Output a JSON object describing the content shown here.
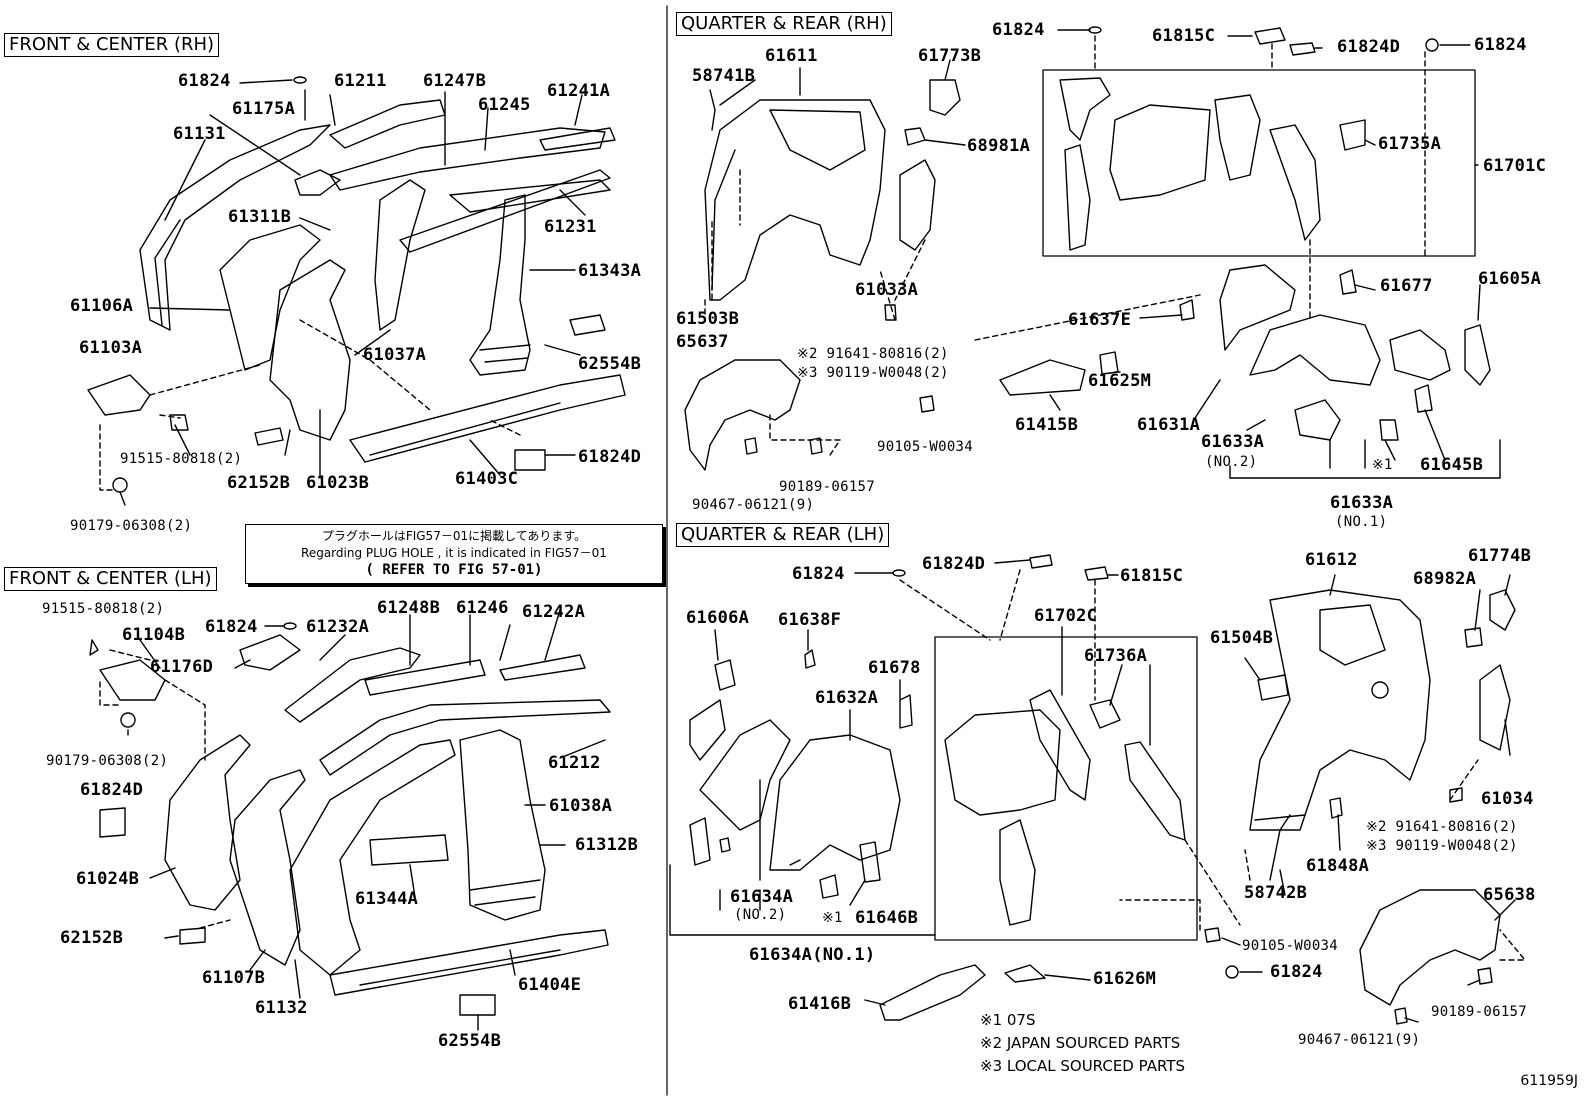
{
  "sections": {
    "front_center_rh": "FRONT & CENTER (RH)",
    "front_center_lh": "FRONT & CENTER (LH)",
    "quarter_rear_rh": "QUARTER & REAR (RH)",
    "quarter_rear_lh": "QUARTER & REAR (LH)"
  },
  "note": {
    "jp": "プラグホールはFIG57－01に掲載してあります。",
    "en": "Regarding PLUG HOLE , it is indicated in FIG57－01",
    "ref": "( REFER TO FIG 57-01)"
  },
  "legend": [
    "※1 07S",
    "※2 JAPAN SOURCED PARTS",
    "※3 LOCAL SOURCED PARTS"
  ],
  "figure_code": "611959J",
  "parts_frh": [
    "61824",
    "61211",
    "61247B",
    "61245",
    "61241A",
    "61175A",
    "61131",
    "61311B",
    "61231",
    "61343A",
    "61106A",
    "61103A",
    "61037A",
    "62554B",
    "91515-80818(2)",
    "62152B",
    "61023B",
    "61403C",
    "61824D",
    "90179-06308(2)"
  ],
  "parts_flh": [
    "91515-80818(2)",
    "61104B",
    "61824",
    "61232A",
    "61248B",
    "61246",
    "61242A",
    "61176D",
    "90179-06308(2)",
    "61212",
    "61824D",
    "61038A",
    "61312B",
    "61024B",
    "61344A",
    "62152B",
    "61107B",
    "61132",
    "61404E",
    "62554B"
  ],
  "parts_rrh": [
    "61824",
    "61815C",
    "61824D",
    "61824",
    "58741B",
    "61611",
    "61773B",
    "68981A",
    "61735A",
    "61701C",
    "61033A",
    "61677",
    "61605A",
    "61503B",
    "61637E",
    "65637",
    "※2 91641-80816(2)",
    "※3 90119-W0048(2)",
    "61625M",
    "61415B",
    "61631A",
    "90105-W0034",
    "61633A",
    "(NO.2)",
    "※1",
    "61645B",
    "90189-06157",
    "90467-06121(9)",
    "61633A",
    "(NO.1)"
  ],
  "parts_rlh": [
    "61824",
    "61824D",
    "61815C",
    "61612",
    "61774B",
    "61606A",
    "61638F",
    "61702C",
    "68982A",
    "61736A",
    "61678",
    "61632A",
    "61504B",
    "61034",
    "※2 91641-80816(2)",
    "※3 90119-W0048(2)",
    "61848A",
    "61634A",
    "(NO.2)",
    "※1",
    "61646B",
    "58742B",
    "61634A(NO.1)",
    "90105-W0034",
    "65638",
    "61824",
    "61416B",
    "61626M",
    "90189-06157",
    "90467-06121(9)"
  ]
}
